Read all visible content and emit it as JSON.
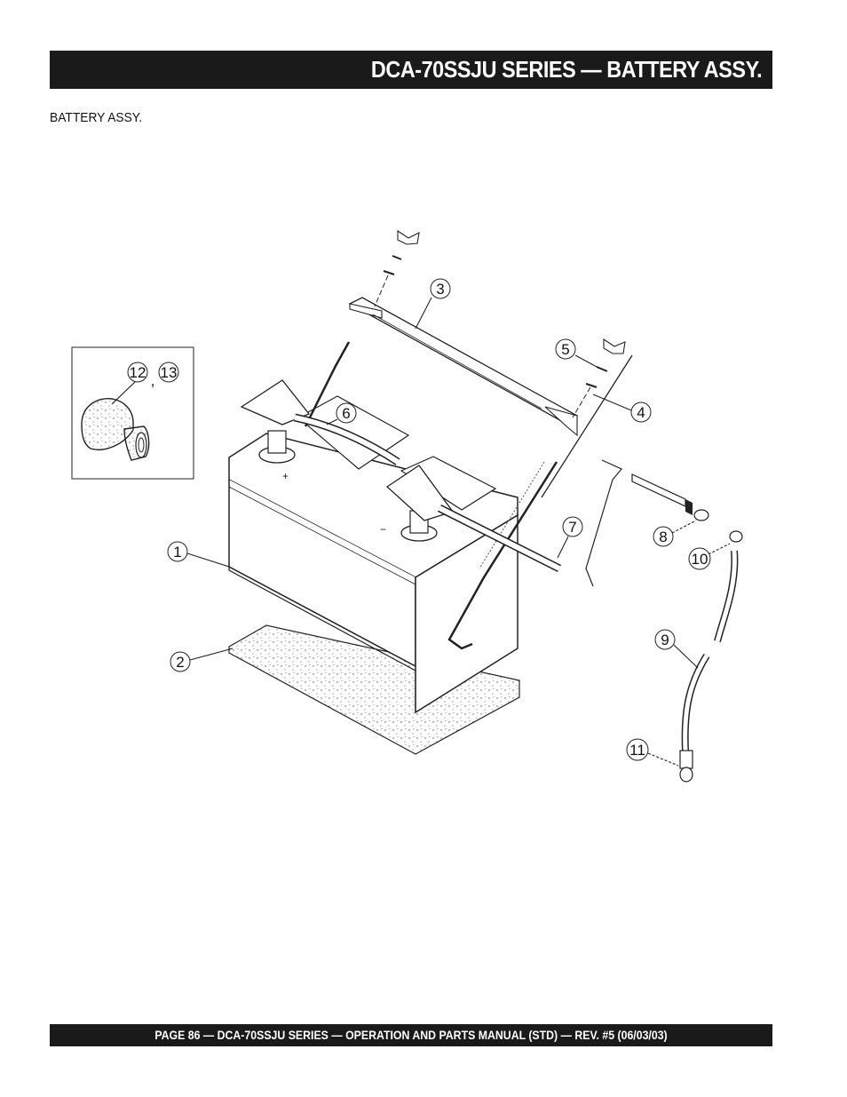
{
  "header": {
    "title": "DCA-70SSJU SERIES — BATTERY ASSY."
  },
  "section": {
    "label": "BATTERY ASSY."
  },
  "diagram": {
    "inset_callout": "12",
    "inset_callout_2": "13",
    "callouts": [
      "1",
      "2",
      "3",
      "4",
      "5",
      "6",
      "7",
      "8",
      "9",
      "10",
      "11"
    ]
  },
  "footer": {
    "text": "PAGE 86 — DCA-70SSJU SERIES —  OPERATION AND PARTS  MANUAL  (STD) — REV. #5  (06/03/03)"
  }
}
